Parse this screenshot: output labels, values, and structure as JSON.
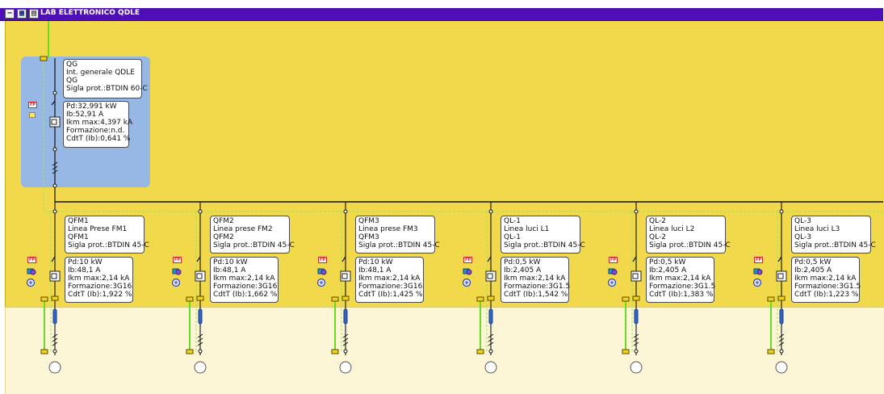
{
  "window": {
    "title": "LAB ELETTRONICO QDLE",
    "buttons": [
      {
        "name": "collapse-button",
        "glyph": "−"
      },
      {
        "name": "tree-view-button",
        "glyph": "▦"
      },
      {
        "name": "list-view-button",
        "glyph": "▤"
      }
    ]
  },
  "main_breaker": {
    "name_lines": [
      "QG",
      "Int. generale QDLE",
      "QG",
      "Sigla prot.:BTDIN 60-C"
    ],
    "data_lines": [
      "Pd:32,991 kW",
      "Ib:52,91 A",
      "Ikm max:4,397 kA",
      "Formazione:n.d.",
      "CdtT (Ib):0,641 %"
    ],
    "fp_label": "FP"
  },
  "feeders": [
    {
      "name_lines": [
        "QFM1",
        "Linea Prese FM1",
        "QFM1",
        "Sigla prot.:BTDIN 45-C"
      ],
      "data_lines": [
        "Pd:10 kW",
        "Ib:48,1 A",
        "Ikm max:2,14 kA",
        "Formazione:3G16",
        "CdtT (Ib):1,922 %"
      ],
      "fp_label": "FP"
    },
    {
      "name_lines": [
        "QFM2",
        "Linea prese FM2",
        "QFM2",
        "Sigla prot.:BTDIN 45-C"
      ],
      "data_lines": [
        "Pd:10 kW",
        "Ib:48,1 A",
        "Ikm max:2,14 kA",
        "Formazione:3G16",
        "CdtT (Ib):1,662 %"
      ],
      "fp_label": "FP"
    },
    {
      "name_lines": [
        "QFM3",
        "Linea prese FM3",
        "QFM3",
        "Sigla prot.:BTDIN 45-C"
      ],
      "data_lines": [
        "Pd:10 kW",
        "Ib:48,1 A",
        "Ikm max:2,14 kA",
        "Formazione:3G16",
        "CdtT (Ib):1,425 %"
      ],
      "fp_label": "FP"
    },
    {
      "name_lines": [
        "QL-1",
        "Linea luci L1",
        "QL-1",
        "Sigla prot.:BTDIN 45-C"
      ],
      "data_lines": [
        "Pd:0,5 kW",
        "Ib:2,405 A",
        "Ikm max:2,14 kA",
        "Formazione:3G1.5",
        "CdtT (Ib):1,542 %"
      ],
      "fp_label": "FP"
    },
    {
      "name_lines": [
        "QL-2",
        "Linea luci L2",
        "QL-2",
        "Sigla prot.:BTDIN 45-C"
      ],
      "data_lines": [
        "Pd:0,5 kW",
        "Ib:2,405 A",
        "Ikm max:2,14 kA",
        "Formazione:3G1.5",
        "CdtT (Ib):1,383 %"
      ],
      "fp_label": "FP"
    },
    {
      "name_lines": [
        "QL-3",
        "Linea luci L3",
        "QL-3",
        "Sigla prot.:BTDIN 45-C"
      ],
      "data_lines": [
        "Pd:0,5 kW",
        "Ib:2,405 A",
        "Ikm max:2,14 kA",
        "Formazione:3G1.5",
        "CdtT (Ib):1,223 %"
      ],
      "fp_label": "FP"
    }
  ],
  "colors": {
    "title_bar": "#4f0eb6",
    "board": "#f1d94b",
    "qg_panel": "#97b7e4",
    "supply_wire": "#66dd22",
    "busbar": "#111111",
    "dashed_guide": "#9be860",
    "fuse": "#3366cc"
  }
}
